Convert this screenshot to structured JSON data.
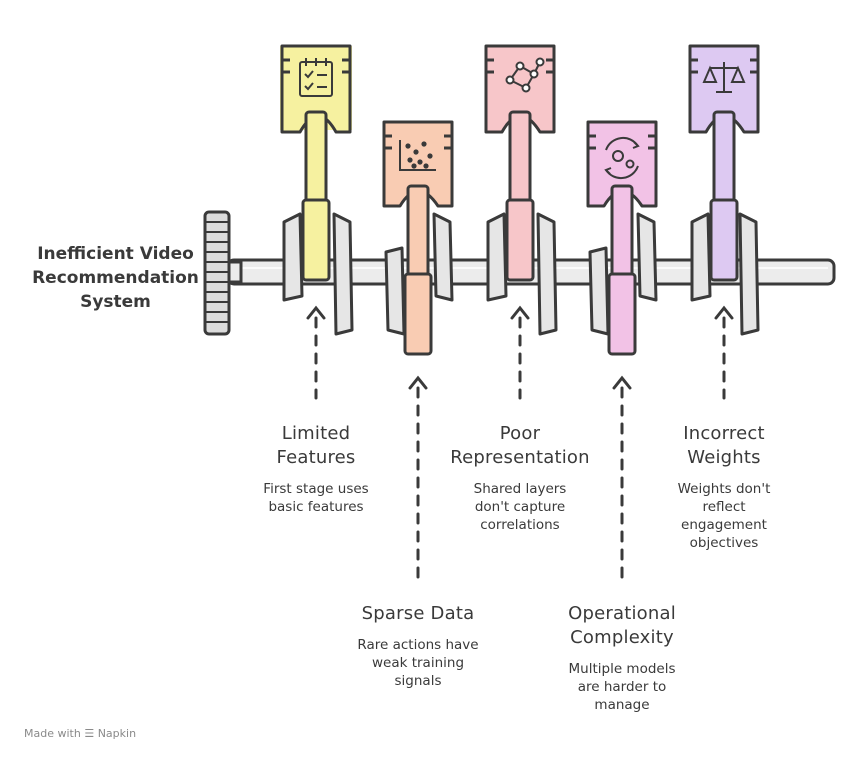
{
  "title": "Inefficient Video\nRecommendation\nSystem",
  "footer": {
    "prefix": "Made with",
    "brand": "Napkin"
  },
  "pistons": [
    {
      "title": "Limited\nFeatures",
      "desc": "First stage uses\nbasic features",
      "color": "#f6f1a0",
      "icon": "checklist-icon"
    },
    {
      "title": "Sparse Data",
      "desc": "Rare actions have\nweak training\nsignals",
      "color": "#f9ccb3",
      "icon": "scattered-dots-icon"
    },
    {
      "title": "Poor\nRepresentation",
      "desc": "Shared layers\ndon't capture\ncorrelations",
      "color": "#f7c6c9",
      "icon": "network-nodes-icon"
    },
    {
      "title": "Operational\nComplexity",
      "desc": "Multiple models\nare harder to\nmanage",
      "color": "#f2c2e6",
      "icon": "gears-cycle-icon"
    },
    {
      "title": "Incorrect\nWeights",
      "desc": "Weights don't\nreflect\nengagement\nobjectives",
      "color": "#ddc9f2",
      "icon": "scale-balance-icon"
    }
  ]
}
